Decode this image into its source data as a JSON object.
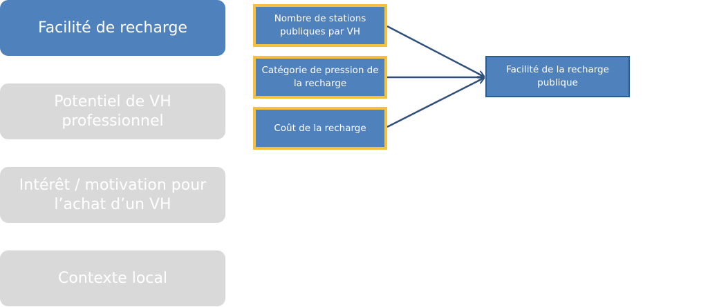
{
  "sidebar": {
    "items": [
      {
        "label": "Facilité de recharge",
        "active": true
      },
      {
        "label": "Potentiel de VH professionnel",
        "active": false
      },
      {
        "label": "Intérêt / motivation pour l’achat d’un VH",
        "active": false
      },
      {
        "label": "Contexte local",
        "active": false
      }
    ]
  },
  "diagram": {
    "factors": [
      "Nombre de stations publiques par VH",
      "Catégorie de pression de la recharge",
      "Coût de la recharge"
    ],
    "outcome": "Facilité de la recharge publique"
  },
  "colors": {
    "active_bg": "#4f81bd",
    "inactive_bg": "#d9d9d9",
    "factor_border": "#f5c040",
    "arrow": "#2f4f7a"
  }
}
